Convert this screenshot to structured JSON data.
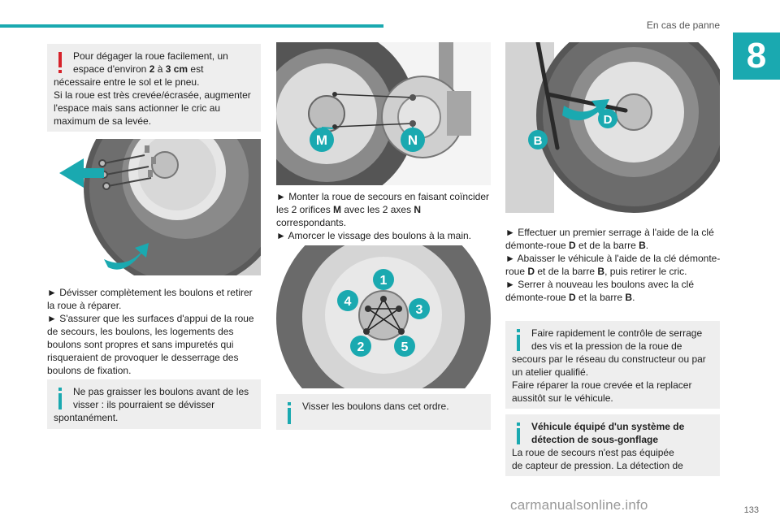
{
  "header": {
    "section": "En cas de panne",
    "chapter": "8",
    "accent": "#1aa9b0"
  },
  "col1": {
    "warning_a": "Pour dégager la roue facilement, un espace d'environ ",
    "warning_b": "2",
    "warning_c": " à ",
    "warning_d": "3 cm",
    "warning_e": " est",
    "warning_f": "nécessaire entre le sol et le pneu.",
    "warning_g": "Si la roue est très crevée/écrasée, augmenter l'espace mais sans actionner le cric au maximum de sa levée.",
    "step1": "► Dévisser complètement les boulons et retirer la roue à réparer.",
    "step2": "► S'assurer que les surfaces d'appui de la roue de secours, les boulons, les logements des boulons sont propres et sans impuretés qui risqueraient de provoquer le desserrage des boulons de fixation.",
    "info_a": "Ne pas graisser les boulons avant de les visser : ils pourraient se dévisser",
    "info_b": "spontanément."
  },
  "col2": {
    "label_m": "M",
    "label_n": "N",
    "step1_a": "► Monter la roue de secours en faisant coïncider les 2 orifices ",
    "step1_b": "M",
    "step1_c": " avec les 2 axes ",
    "step1_d": "N",
    "step1_e": " correspondants.",
    "step2": "► Amorcer le vissage des boulons à la main.",
    "bolt_numbers": [
      "1",
      "2",
      "3",
      "4",
      "5"
    ],
    "info": "Visser les boulons dans cet ordre."
  },
  "col3": {
    "label_d": "D",
    "label_b": "B",
    "s1_a": "► Effectuer un premier serrage à l'aide de la clé démonte-roue ",
    "s1_b": "D",
    "s1_c": " et de la barre ",
    "s1_d": "B",
    "s1_e": ".",
    "s2_a": "► Abaisser le véhicule à l'aide de la clé démonte-roue ",
    "s2_b": "D",
    "s2_c": " et de la barre ",
    "s2_d": "B",
    "s2_e": ", puis retirer le cric.",
    "s3_a": "► Serrer à nouveau les boulons avec la clé démonte-roue ",
    "s3_b": "D",
    "s3_c": " et la barre ",
    "s3_d": "B",
    "s3_e": ".",
    "info1_a": "Faire rapidement le contrôle de serrage des vis et la pression de la roue de",
    "info1_b": "secours par le réseau du constructeur ou par un atelier qualifié.",
    "info1_c": "Faire réparer la roue crevée et la replacer aussitôt sur le véhicule.",
    "info2_title": "Véhicule équipé d'un système de détection de sous-gonflage",
    "info2_a": "La roue de secours n'est pas équipée",
    "info2_b": "de capteur de pression. La détection de"
  },
  "footer": {
    "page": "133",
    "watermark": "carmanualsonline.info"
  }
}
